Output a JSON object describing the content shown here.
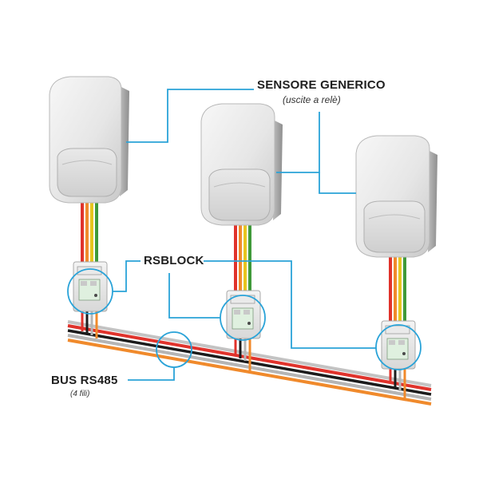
{
  "labels": {
    "sensor_title": "SENSORE GENERICO",
    "sensor_subtitle": "(uscite a relè)",
    "rsblock_title": "RSBLOCK",
    "bus_title": "BUS RS485",
    "bus_subtitle": "(4 fili)"
  },
  "colors": {
    "callout_line": "#2aa3d8",
    "wire_red": "#e0332c",
    "wire_orange": "#f08a2c",
    "wire_yellow": "#e7c51e",
    "wire_green": "#3f9a3a",
    "wire_black": "#1c1c1c",
    "wire_gray": "#b9b9b9"
  },
  "diagram": {
    "sensors": [
      {
        "name": "sensor-left",
        "icon": "pir-sensor-icon"
      },
      {
        "name": "sensor-middle",
        "icon": "pir-sensor-icon"
      },
      {
        "name": "sensor-right",
        "icon": "pir-sensor-icon"
      }
    ],
    "modules": [
      {
        "name": "rsblock-module-left",
        "icon": "rsblock-module-icon"
      },
      {
        "name": "rsblock-module-middle",
        "icon": "rsblock-module-icon"
      },
      {
        "name": "rsblock-module-right",
        "icon": "rsblock-module-icon"
      }
    ]
  }
}
